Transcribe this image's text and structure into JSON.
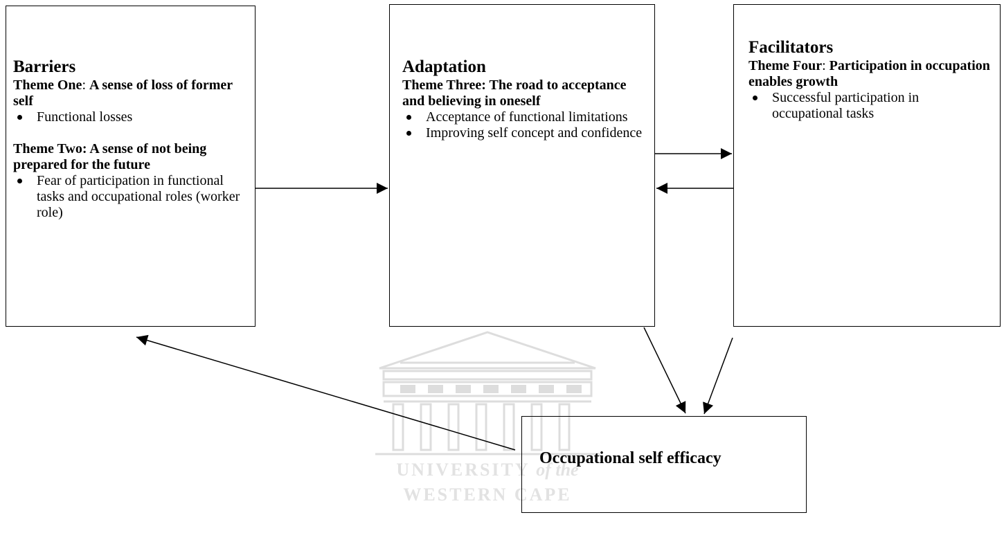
{
  "barriers": {
    "heading": "Barriers",
    "theme_one_prefix": "Theme One",
    "theme_one_sep": ": ",
    "theme_one_title": "A sense of loss of former self",
    "theme_one_bullets": [
      "Functional losses"
    ],
    "theme_two_label": "Theme Two: A sense of not being prepared for the future",
    "theme_two_bullets": [
      "Fear of participation in functional tasks and occupational roles (worker role)"
    ]
  },
  "adaptation": {
    "heading": "Adaptation",
    "theme_three_label": "Theme Three: The road to acceptance and believing in oneself",
    "bullets": [
      "Acceptance of functional limitations",
      "Improving self concept and confidence"
    ]
  },
  "facilitators": {
    "heading": "Facilitators",
    "theme_four_prefix": "Theme Four",
    "theme_four_sep": ": ",
    "theme_four_title": "Participation in occupation enables growth",
    "bullets": [
      "Successful participation in occupational tasks"
    ]
  },
  "efficacy": {
    "label": "Occupational self efficacy"
  },
  "watermark": {
    "line1_main": "UNIVERSITY",
    "line1_italic": "of the",
    "line2": "WESTERN CAPE"
  }
}
